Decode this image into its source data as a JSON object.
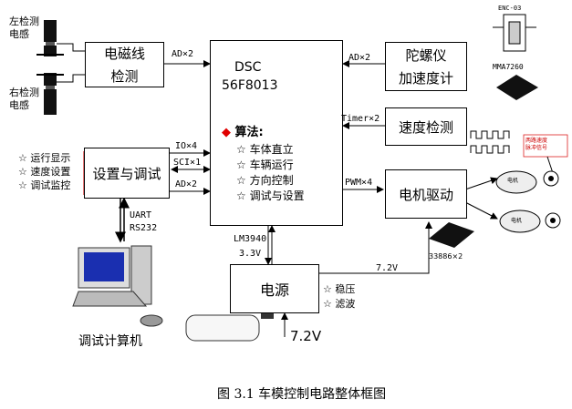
{
  "sensors": {
    "left_label_line1": "左检测",
    "left_label_line2": "电感",
    "right_label_line1": "右检测",
    "right_label_line2": "电感"
  },
  "em_detect": {
    "line1": "电磁线",
    "line2": "检测"
  },
  "dsc": {
    "line1": "DSC",
    "line2": "56F8013",
    "algo_title": "算法:",
    "algo_items": [
      "车体直立",
      "车辆运行",
      "方向控制",
      "调试与设置"
    ]
  },
  "gyro": {
    "line1": "陀螺仪",
    "line2": "加速度计",
    "chip_top": "ENC-03",
    "chip_bottom": "MMA7260"
  },
  "speed": {
    "label": "速度检测",
    "signal": "两路速度\n脉冲信号"
  },
  "motor_drive": {
    "label": "电机驱动",
    "chip": "33886×2",
    "motor": "电机"
  },
  "setup": {
    "label": "设置与调试",
    "items": [
      "运行显示",
      "速度设置",
      "调试监控"
    ]
  },
  "power": {
    "label": "电源",
    "items": [
      "稳压",
      "滤波"
    ],
    "battery_voltage": "7.2V"
  },
  "links": {
    "ad_left": "AD×2",
    "ad_gyro": "AD×2",
    "timer": "Timer×2",
    "io": "IO×4",
    "sci": "SCI×1",
    "ad_setup": "AD×2",
    "pwm": "PWM×4",
    "lm": "LM3940",
    "v33": "3.3V",
    "v72": "7.2V",
    "uart": "UART",
    "rs232": "RS232"
  },
  "computer": {
    "label": "调试计算机"
  },
  "caption": "图 3.1  车模控制电路整体框图",
  "colors": {
    "diamond": "#e00000",
    "screen": "#1a2fb0",
    "chip_blue": "#2aa7d8"
  }
}
